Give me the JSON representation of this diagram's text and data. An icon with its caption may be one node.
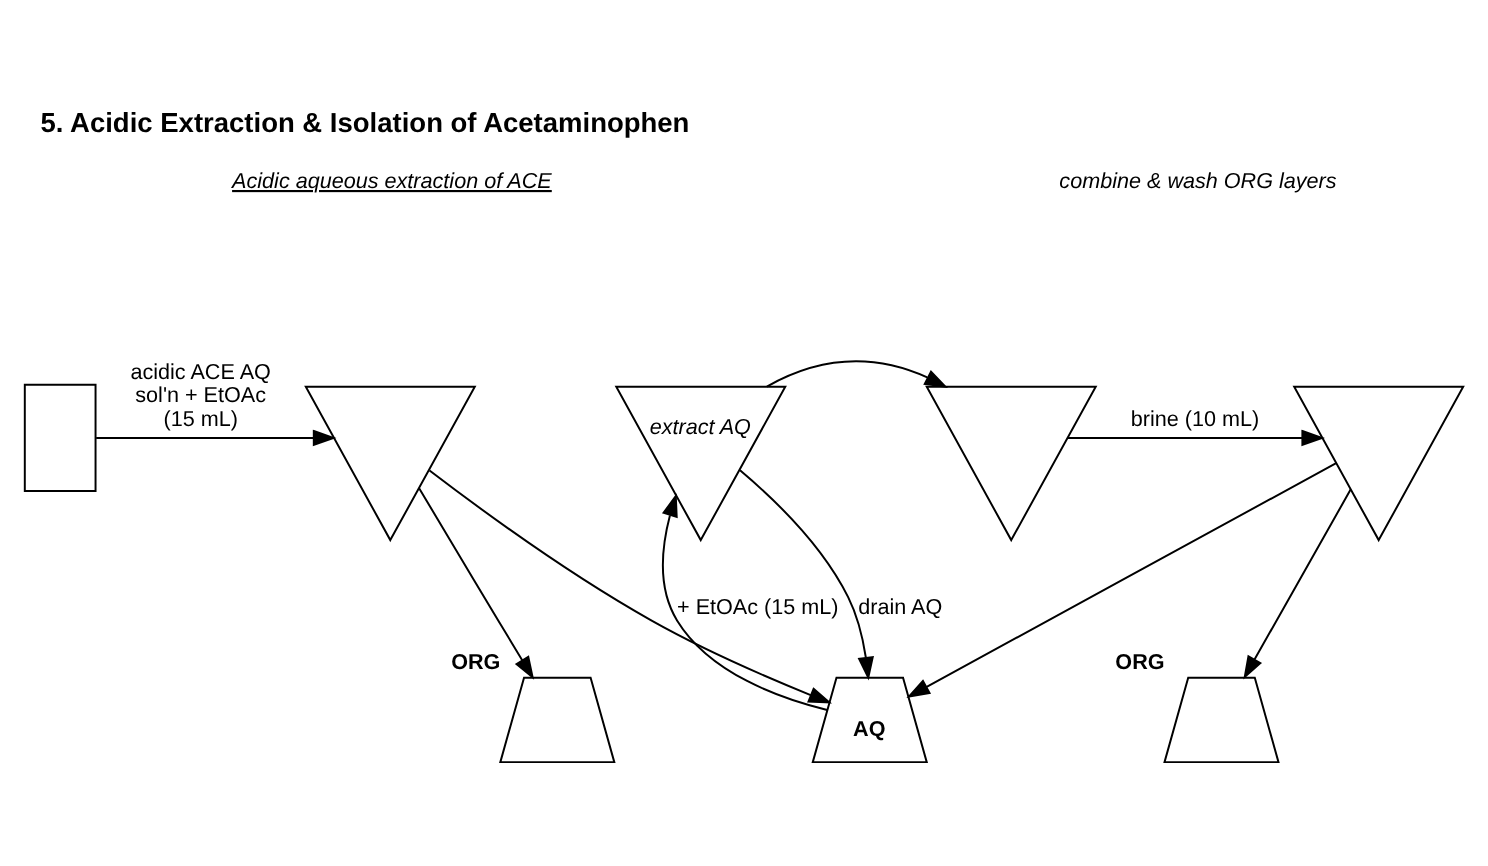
{
  "diagram": {
    "title": "5. Acidic Extraction & Isolation of Acetaminophen",
    "nodes": [
      {
        "text": [],
        "shape": "beaker"
      },
      {
        "text": [],
        "shape": "funnel"
      },
      {
        "text": [],
        "shape": "flask",
        "beside": [
          "ORG"
        ]
      },
      {
        "text": [
          "AQ"
        ]
      },
      {
        "text": [
          "extract AQ"
        ]
      },
      {
        "text": [],
        "shape": "funnel"
      },
      {
        "text": [],
        "shape": "funnel"
      },
      {
        "text": [],
        "shape": "flask",
        "beside": [
          "ORG"
        ]
      }
    ],
    "edges": [
      {
        "from": 0,
        "to": 1,
        "arrow": "to",
        "label": "acidic ACE AQ sol'n + EtOAc (15 mL)"
      },
      {
        "from": 1,
        "to": 2,
        "arrow": "to"
      },
      {
        "from": 1,
        "to": 3,
        "arrow": "to"
      },
      {
        "from": 3,
        "to": 4,
        "arrow": "to",
        "label": "+ EtOAc (15 mL)"
      },
      {
        "from": 4,
        "to": 5,
        "arrow": "to"
      },
      {
        "from": 5,
        "to": 6,
        "arrow": "to",
        "label": "brine (10 mL)"
      },
      {
        "from": 6,
        "to": 7,
        "arrow": "to"
      },
      {
        "from": 4,
        "to": 3,
        "arrow": "to",
        "label": "drain AQ"
      },
      {
        "from": 6,
        "to": 3,
        "arrow": "to"
      }
    ],
    "labels": [
      "Acidic aqueous extraction of ACE",
      "combine & wash ORG layers"
    ]
  }
}
